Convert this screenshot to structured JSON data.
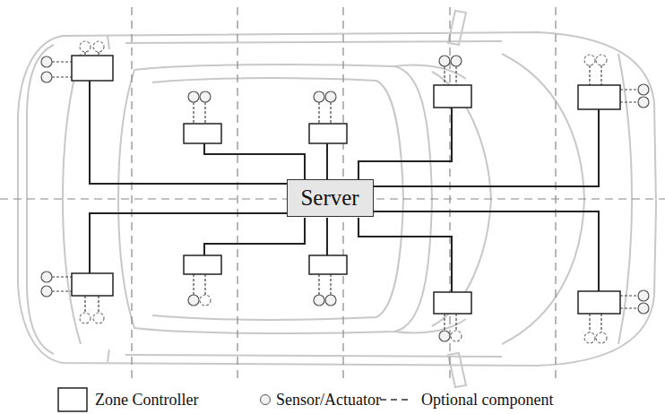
{
  "diagram": {
    "nodes": [
      {
        "text": [
          "Server"
        ]
      }
    ],
    "edges": [],
    "legend": [
      {
        "text": "Zone Controller"
      },
      {
        "text": "Sensor/Actuator"
      },
      {
        "text": "Optional component"
      }
    ]
  }
}
